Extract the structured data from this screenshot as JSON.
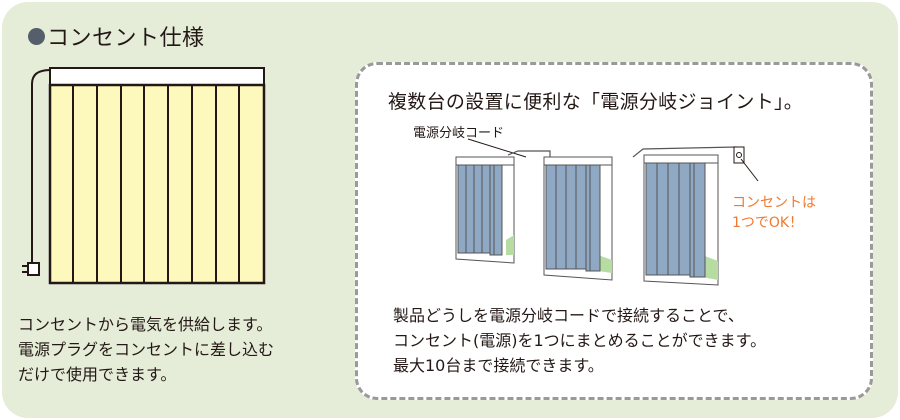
{
  "section": {
    "title": "コンセント仕様",
    "bullet_color": "#555f6b",
    "background_color": "#e5ecd8"
  },
  "left": {
    "illustration": "single-vertical-blind-with-plug",
    "description_lines": [
      "コンセントから電気を供給します。",
      "電源プラグをコンセントに差し込む",
      "だけで使用できます。"
    ]
  },
  "callout": {
    "heading": "複数台の設置に便利な「電源分岐ジョイント」。",
    "cord_label": "電源分岐コード",
    "outlet_note_lines": [
      "コンセントは",
      "1つでOK！"
    ],
    "outlet_note_color": "#ee7a30",
    "illustration": "three-connected-vertical-blinds",
    "description_lines": [
      "製品どうしを電源分岐コードで接続することで、",
      "コンセント(電源)を1つにまとめることができます。",
      "最大10台まで接続できます。"
    ]
  }
}
